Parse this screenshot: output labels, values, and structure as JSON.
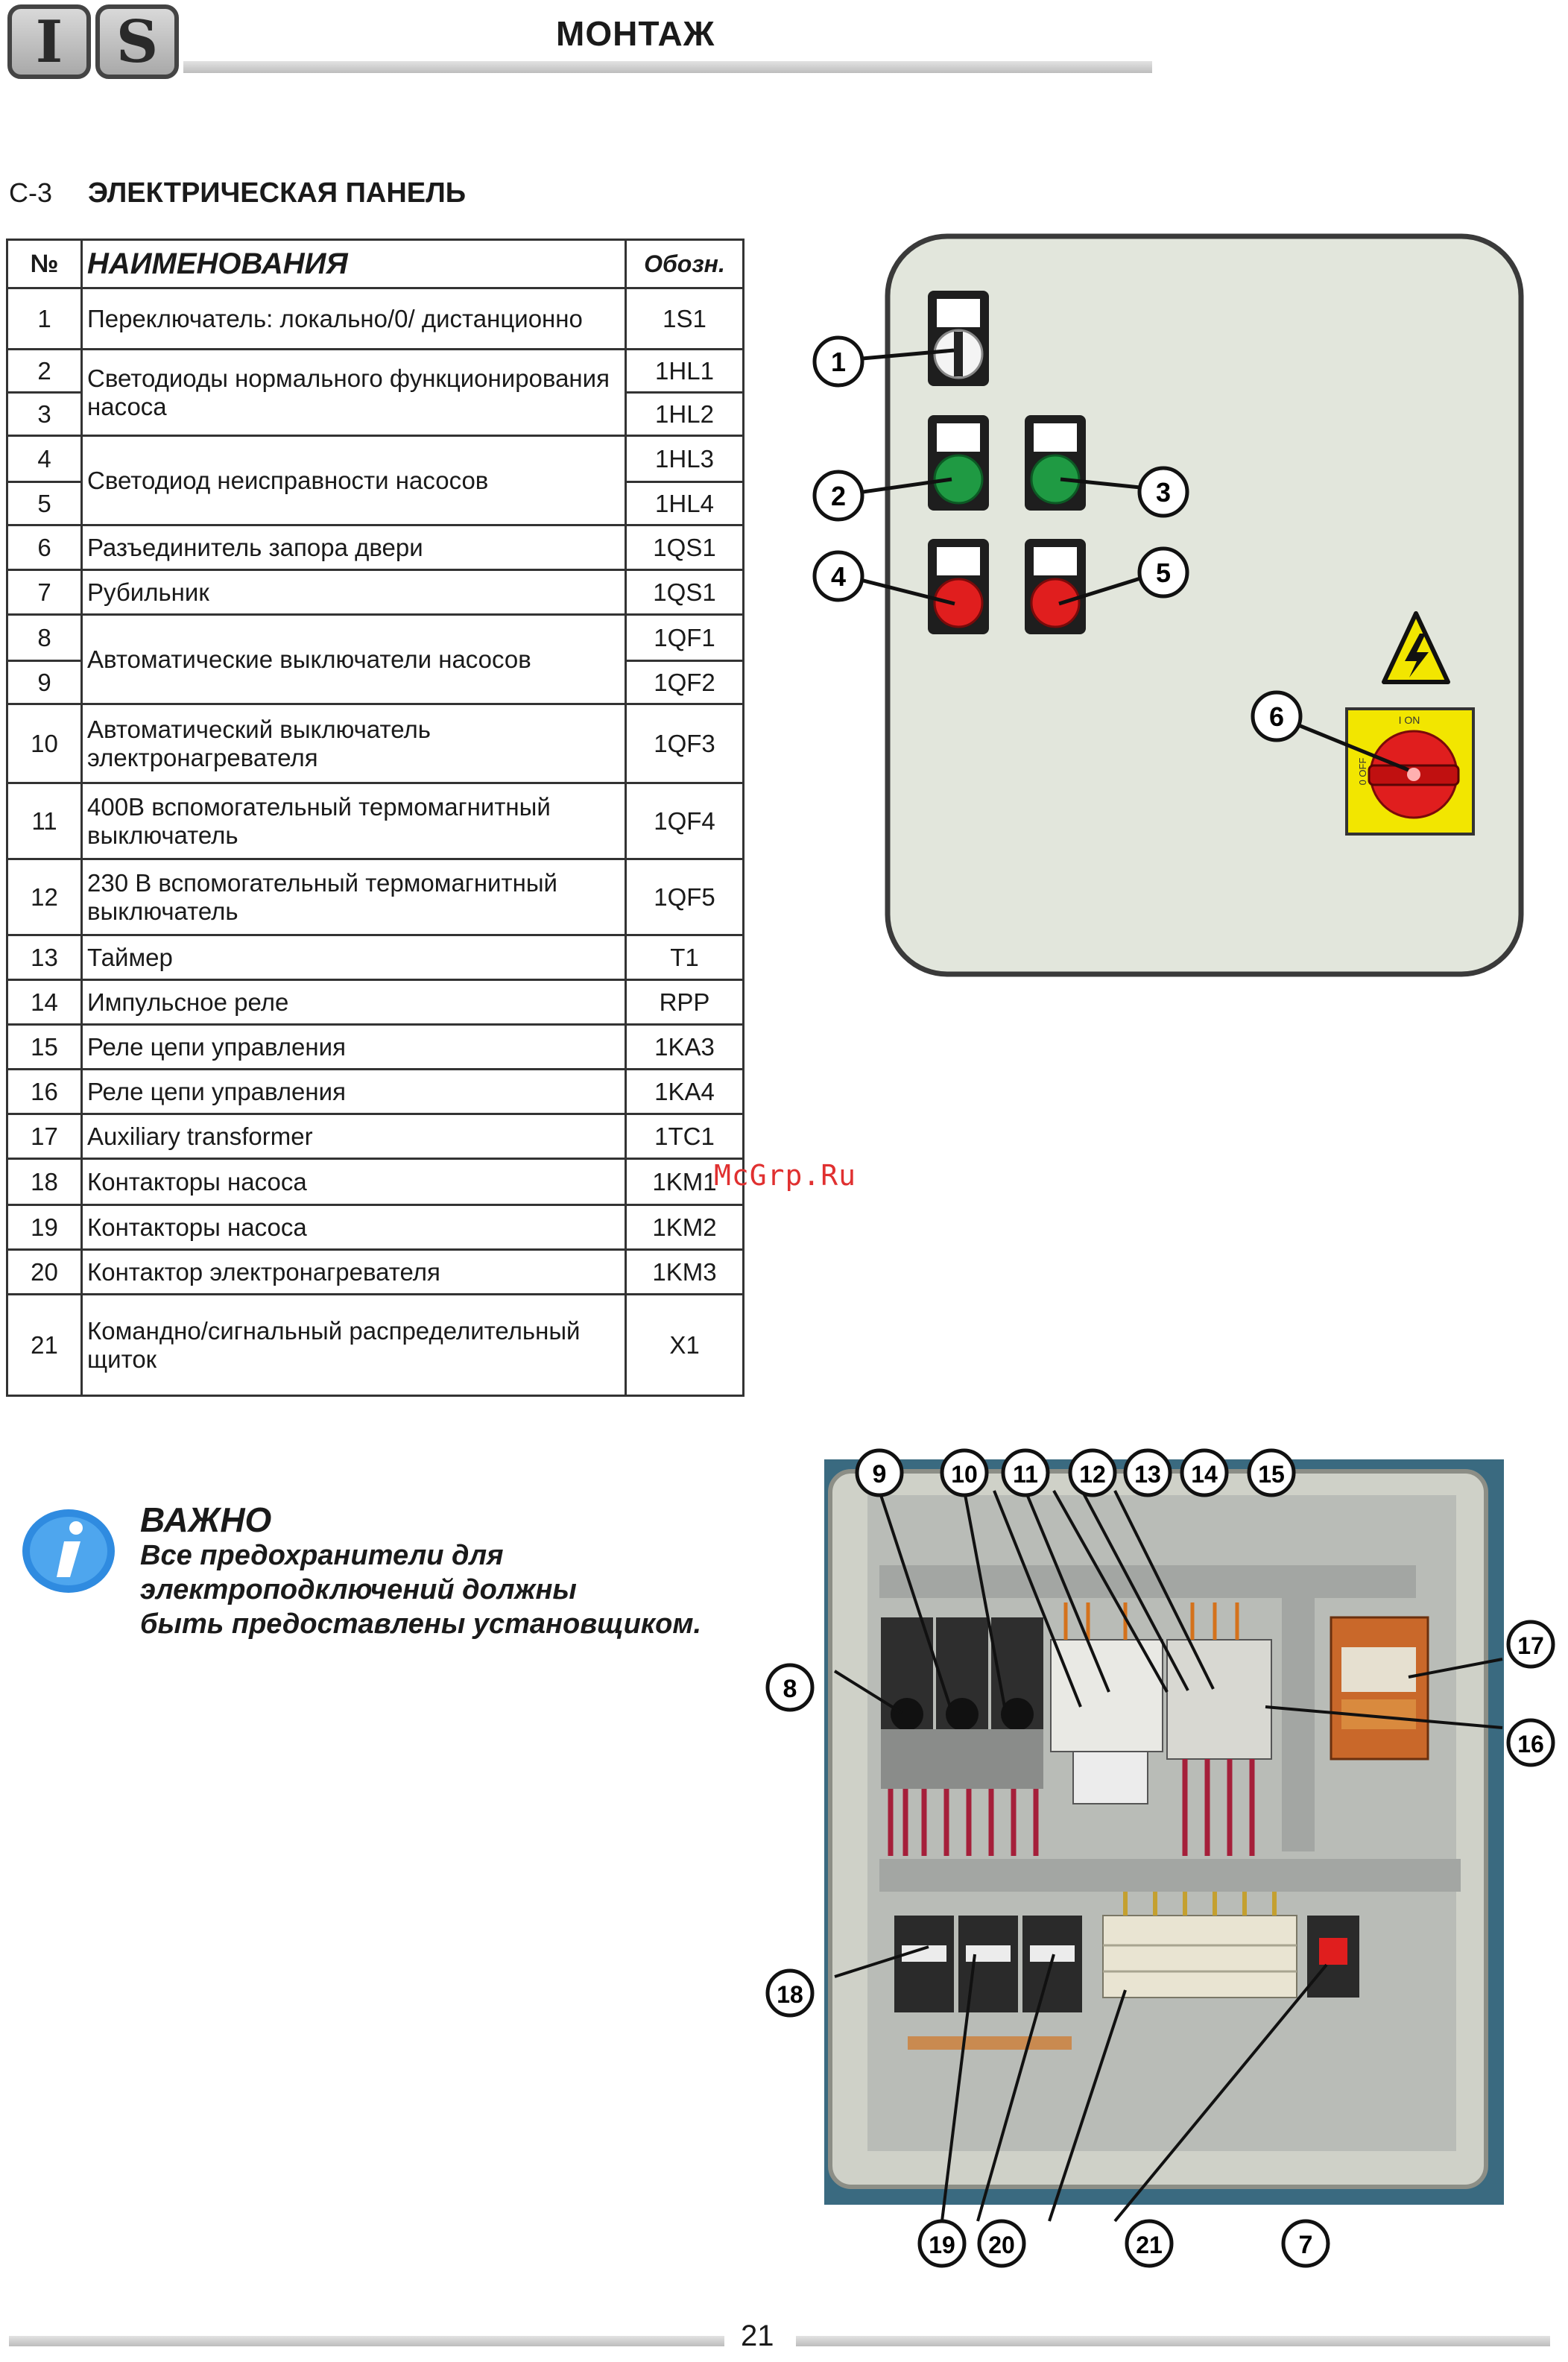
{
  "header": {
    "logo_left": "I",
    "logo_right": "S",
    "title": "МОНТАЖ"
  },
  "section": {
    "number": "C-3",
    "title": "ЭЛЕКТРИЧЕСКАЯ ПАНЕЛЬ"
  },
  "table": {
    "headers": {
      "num": "№",
      "name": "НАИМЕНОВАНИЯ",
      "code": "Обозн."
    },
    "rows": [
      {
        "num": "1",
        "name": "Переключатель: локально/0/ дистанционно",
        "code": "1S1"
      },
      {
        "num": "2",
        "name": "Светодиоды нормального функционирования насоса",
        "code": "1HL1"
      },
      {
        "num": "3",
        "name": "",
        "code": "1HL2"
      },
      {
        "num": "4",
        "name": "Светодиод неисправности насосов",
        "code": "1HL3"
      },
      {
        "num": "5",
        "name": "",
        "code": "1HL4"
      },
      {
        "num": "6",
        "name": "Разъединитель запора двери",
        "code": "1QS1"
      },
      {
        "num": "7",
        "name": "Рубильник",
        "code": "1QS1"
      },
      {
        "num": "8",
        "name": "Автоматические выключатели насосов",
        "code": "1QF1"
      },
      {
        "num": "9",
        "name": "",
        "code": "1QF2"
      },
      {
        "num": "10",
        "name": "Автоматический выключатель электронагревателя",
        "code": "1QF3"
      },
      {
        "num": "11",
        "name": "400В вспомогательный термомагнитный выключатель",
        "code": "1QF4"
      },
      {
        "num": "12",
        "name": "230 В вспомогательный термомагнитный выключатель",
        "code": "1QF5"
      },
      {
        "num": "13",
        "name": "Таймер",
        "code": "T1"
      },
      {
        "num": "14",
        "name": "Импульсное реле",
        "code": "RPP"
      },
      {
        "num": "15",
        "name": "Реле цепи управления",
        "code": "1KA3"
      },
      {
        "num": "16",
        "name": "Реле цепи управления",
        "code": "1KA4"
      },
      {
        "num": "17",
        "name": "Auxiliary transformer",
        "code": "1TC1"
      },
      {
        "num": "18",
        "name": "Контакторы насоса",
        "code": "1KM1"
      },
      {
        "num": "19",
        "name": "Контакторы насоса",
        "code": "1KM2"
      },
      {
        "num": "20",
        "name": "Контактор электронагревателя",
        "code": "1KM3"
      },
      {
        "num": "21",
        "name": "Командно/сигнальный распределительный щиток",
        "code": "X1"
      }
    ]
  },
  "door_figure": {
    "callouts": [
      "1",
      "2",
      "3",
      "4",
      "5",
      "6"
    ],
    "switch_labels": {
      "on": "I ON",
      "off": "0 OFF"
    },
    "colors": {
      "panel": "#e2e6dc",
      "green": "#1f9a43",
      "red": "#e01e1e",
      "yellow": "#f2e600"
    }
  },
  "watermark": "McGrp.Ru",
  "note": {
    "icon": "info-icon",
    "title": "ВАЖНО",
    "lines": [
      "Все предохранители для",
      "электроподключений должны",
      "быть предоставлены  установщиком."
    ]
  },
  "interior_figure": {
    "callouts": [
      "9",
      "10",
      "11",
      "12",
      "13",
      "14",
      "15",
      "8",
      "17",
      "16",
      "18",
      "19",
      "20",
      "21",
      "7"
    ]
  },
  "footer": {
    "page": "21"
  }
}
